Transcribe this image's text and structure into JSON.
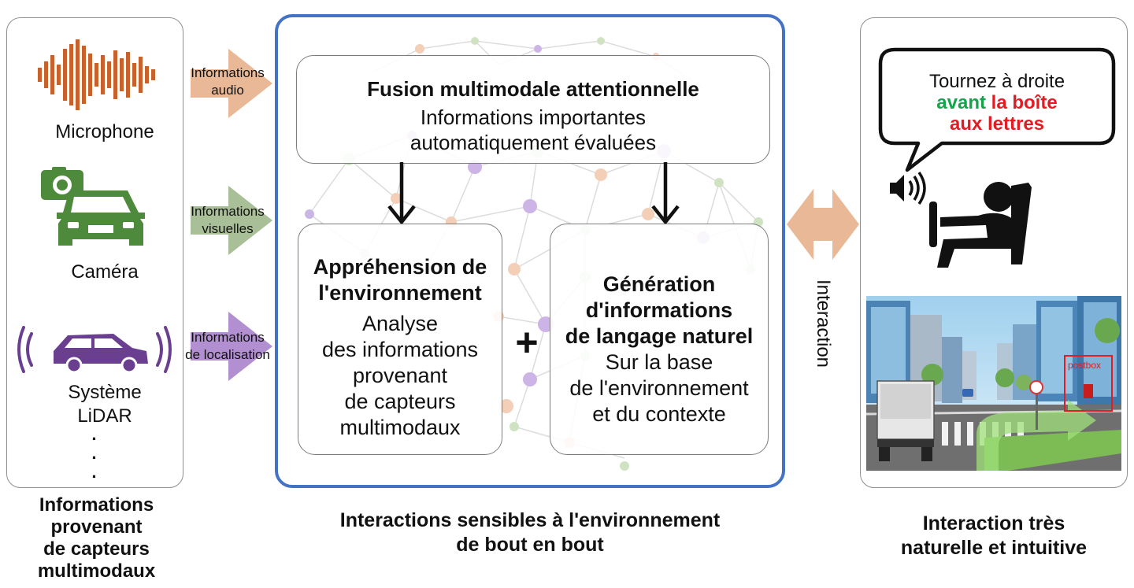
{
  "sensors": {
    "microphone_label": "Microphone",
    "camera_label": "Caméra",
    "lidar_label_line1": "Système",
    "lidar_label_line2": "LiDAR",
    "ellipsis": [
      "·",
      "·",
      "·"
    ]
  },
  "flows": {
    "audio_line1": "Informations",
    "audio_line2": "audio",
    "visual_line1": "Informations",
    "visual_line2": "visuelles",
    "localisation_line1": "Informations",
    "localisation_line2": "de localisation"
  },
  "fusion": {
    "title": "Fusion multimodale attentionnelle",
    "line1": "Informations importantes",
    "line2": "automatiquement évaluées"
  },
  "apprehension": {
    "title_line1": "Appréhension de",
    "title_line2": "l'environnement",
    "body": [
      "Analyse",
      "des informations",
      "provenant",
      "de capteurs",
      "multimodaux"
    ]
  },
  "plus": "+",
  "generation": {
    "title_line1": "Génération",
    "title_line2": "d'informations",
    "title_line3": "de langage naturel",
    "body": [
      "Sur la base",
      "de l'environnement",
      "et du contexte"
    ]
  },
  "interaction_label": "Interaction",
  "speech": {
    "line1": "Tournez à droite",
    "line2_green": "avant",
    "line2_red": "la boîte",
    "line3_red": "aux lettres"
  },
  "scene": {
    "postbox_tag": "postbox"
  },
  "captions": {
    "left": [
      "Informations",
      "provenant",
      "de capteurs",
      "multimodaux"
    ],
    "center": [
      "Interactions sensibles à l'environnement",
      "de bout en bout"
    ],
    "right": [
      "Interaction très",
      "naturelle et intuitive"
    ]
  },
  "colors": {
    "audio": "#c8612a",
    "camera": "#4d8a3c",
    "lidar": "#6b3f8f",
    "audio_arrow": "#e9b896",
    "visual_arrow": "#a9bf97",
    "lidar_arrow": "#b28fd0",
    "interaction_arrow": "#e9b896",
    "center_frame": "#4472c4",
    "green_text": "#16a34a",
    "red_text": "#e31b23"
  }
}
